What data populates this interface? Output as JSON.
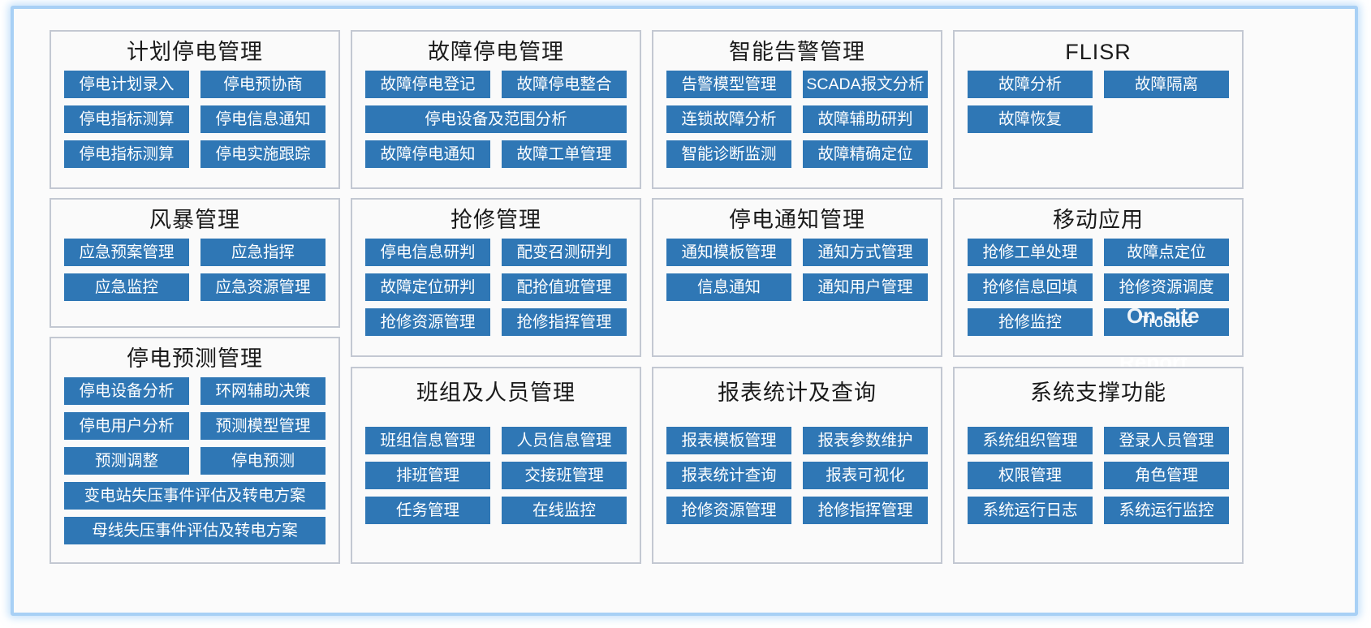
{
  "frame": {
    "accent_border": "#a8d0f5",
    "panel_border": "#c3c8d2",
    "button_color": "#2f77b5",
    "panel_bg": "#fafafa"
  },
  "panels": [
    {
      "id": "planned-outage-management",
      "title": "计划停电管理",
      "buttons": [
        {
          "label": "停电计划录入",
          "full": false
        },
        {
          "label": "停电预协商",
          "full": false
        },
        {
          "label": "停电指标测算",
          "full": false
        },
        {
          "label": "停电信息通知",
          "full": false
        },
        {
          "label": "停电指标测算",
          "full": false
        },
        {
          "label": "停电实施跟踪",
          "full": false
        }
      ]
    },
    {
      "id": "fault-outage-management",
      "title": "故障停电管理",
      "buttons": [
        {
          "label": "故障停电登记",
          "full": false
        },
        {
          "label": "故障停电整合",
          "full": false
        },
        {
          "label": "停电设备及范围分析",
          "full": true
        },
        {
          "label": "故障停电通知",
          "full": false
        },
        {
          "label": "故障工单管理",
          "full": false
        }
      ]
    },
    {
      "id": "intelligent-alarm-management",
      "title": "智能告警管理",
      "buttons": [
        {
          "label": "告警模型管理",
          "full": false
        },
        {
          "label": "SCADA报文分析",
          "full": false
        },
        {
          "label": "连锁故障分析",
          "full": false
        },
        {
          "label": "故障辅助研判",
          "full": false
        },
        {
          "label": "智能诊断监测",
          "full": false
        },
        {
          "label": "故障精确定位",
          "full": false
        }
      ]
    },
    {
      "id": "flisr",
      "title": "FLISR",
      "buttons": [
        {
          "label": "故障分析",
          "full": false
        },
        {
          "label": "故障隔离",
          "full": false
        },
        {
          "label": "故障恢复",
          "full": false
        }
      ]
    },
    {
      "id": "storm-management",
      "title": "风暴管理",
      "buttons": [
        {
          "label": "应急预案管理",
          "full": false
        },
        {
          "label": "应急指挥",
          "full": false
        },
        {
          "label": "应急监控",
          "full": false
        },
        {
          "label": "应急资源管理",
          "full": false
        }
      ]
    },
    {
      "id": "emergency-repair-management",
      "title": "抢修管理",
      "buttons": [
        {
          "label": "停电信息研判",
          "full": false
        },
        {
          "label": "配变召测研判",
          "full": false
        },
        {
          "label": "故障定位研判",
          "full": false
        },
        {
          "label": "配抢值班管理",
          "full": false
        },
        {
          "label": "抢修资源管理",
          "full": false
        },
        {
          "label": "抢修指挥管理",
          "full": false
        }
      ]
    },
    {
      "id": "outage-notification-management",
      "title": "停电通知管理",
      "buttons": [
        {
          "label": "通知模板管理",
          "full": false
        },
        {
          "label": "通知方式管理",
          "full": false
        },
        {
          "label": "信息通知",
          "full": false
        },
        {
          "label": "通知用户管理",
          "full": false
        }
      ]
    },
    {
      "id": "mobile-application",
      "title": "移动应用",
      "buttons": [
        {
          "label": "抢修工单处理",
          "full": false
        },
        {
          "label": "故障点定位",
          "full": false
        },
        {
          "label": "抢修信息回填",
          "full": false
        },
        {
          "label": "抢修资源调度",
          "full": false
        },
        {
          "label": "抢修监控",
          "full": false
        },
        {
          "label": "Trouble",
          "full": false
        }
      ],
      "overlays": [
        {
          "name": "on-site-watermark",
          "text": "On-site"
        },
        {
          "name": "report-watermark",
          "text": "Report"
        }
      ]
    },
    {
      "id": "outage-forecast-management",
      "title": "停电预测管理",
      "buttons": [
        {
          "label": "停电设备分析",
          "full": false
        },
        {
          "label": "环网辅助决策",
          "full": false
        },
        {
          "label": "停电用户分析",
          "full": false
        },
        {
          "label": "预测模型管理",
          "full": false
        },
        {
          "label": "预测调整",
          "full": false
        },
        {
          "label": "停电预测",
          "full": false
        },
        {
          "label": "变电站失压事件评估及转电方案",
          "full": true
        },
        {
          "label": "母线失压事件评估及转电方案",
          "full": true
        }
      ]
    },
    {
      "id": "team-and-personnel-management",
      "title": "班组及人员管理",
      "buttons": [
        {
          "label": "班组信息管理",
          "full": false
        },
        {
          "label": "人员信息管理",
          "full": false
        },
        {
          "label": "排班管理",
          "full": false
        },
        {
          "label": "交接班管理",
          "full": false
        },
        {
          "label": "任务管理",
          "full": false
        },
        {
          "label": "在线监控",
          "full": false
        }
      ]
    },
    {
      "id": "report-statistics-and-query",
      "title": "报表统计及查询",
      "buttons": [
        {
          "label": "报表模板管理",
          "full": false
        },
        {
          "label": "报表参数维护",
          "full": false
        },
        {
          "label": "报表统计查询",
          "full": false
        },
        {
          "label": "报表可视化",
          "full": false
        },
        {
          "label": "抢修资源管理",
          "full": false
        },
        {
          "label": "抢修指挥管理",
          "full": false
        }
      ]
    },
    {
      "id": "system-support-functions",
      "title": "系统支撑功能",
      "buttons": [
        {
          "label": "系统组织管理",
          "full": false
        },
        {
          "label": "登录人员管理",
          "full": false
        },
        {
          "label": "权限管理",
          "full": false
        },
        {
          "label": "角色管理",
          "full": false
        },
        {
          "label": "系统运行日志",
          "full": false
        },
        {
          "label": "系统运行监控",
          "full": false
        }
      ]
    }
  ]
}
